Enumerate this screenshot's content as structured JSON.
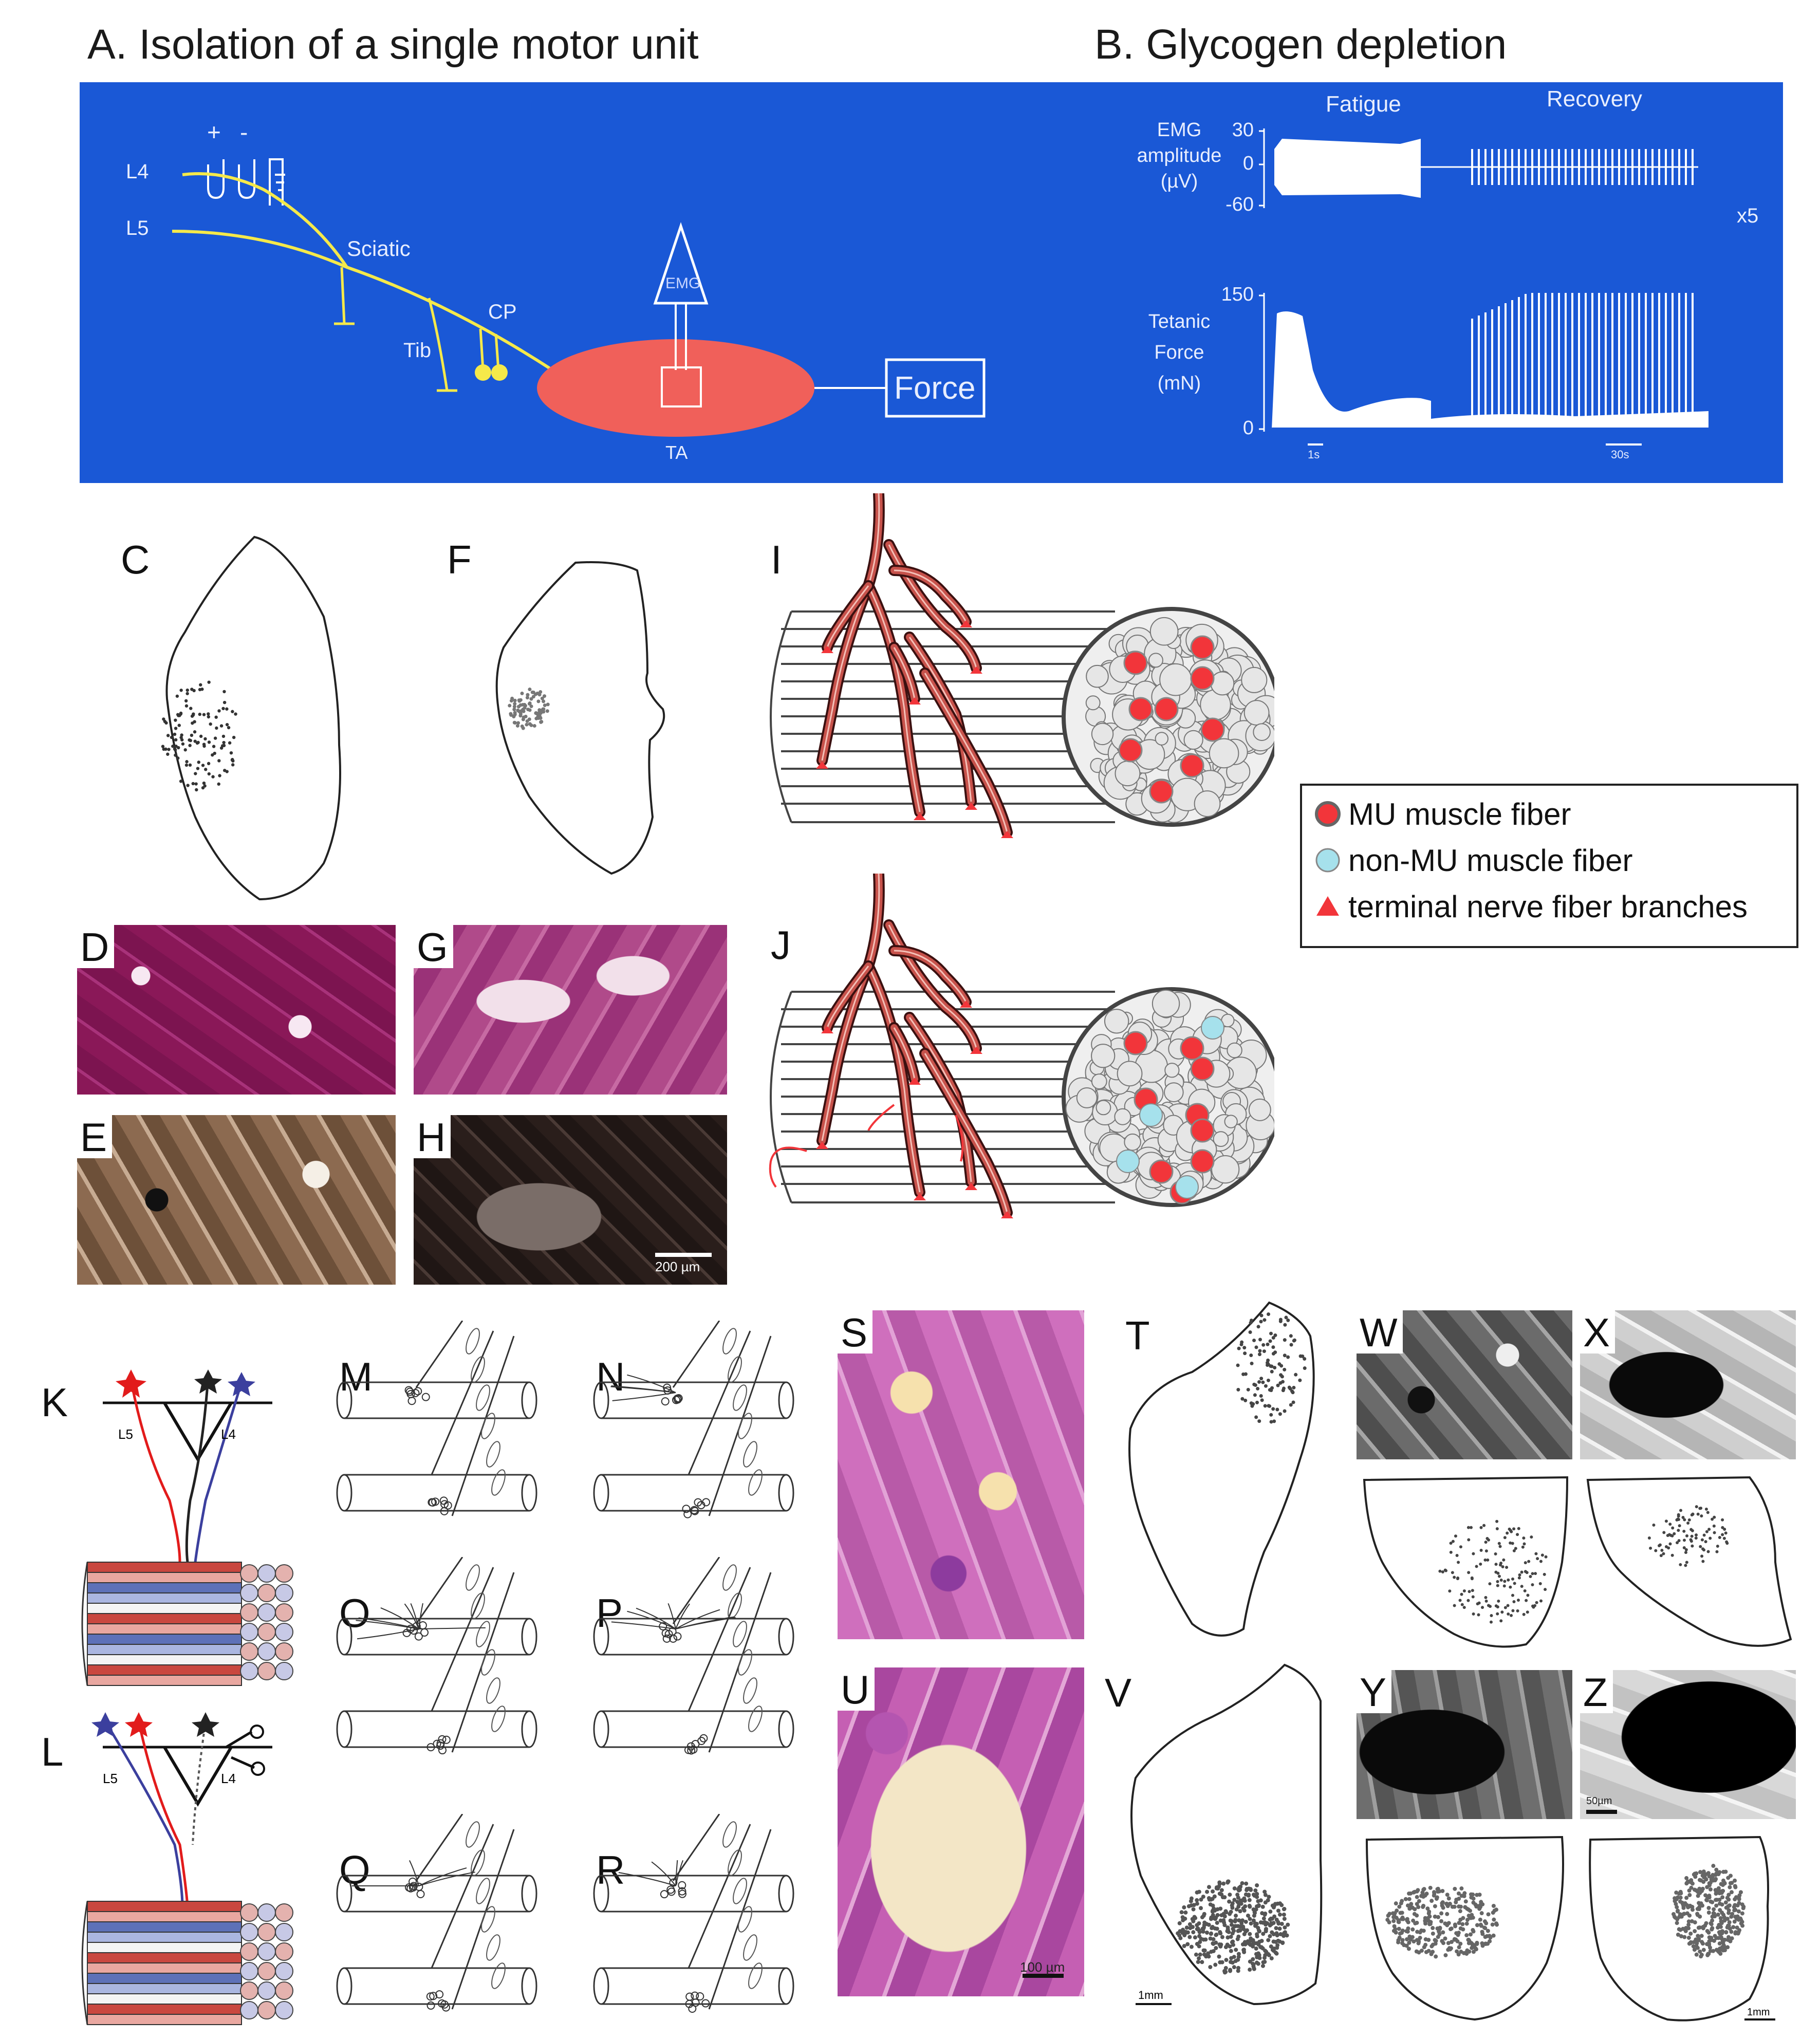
{
  "headings": {
    "a": "A. Isolation of a single motor unit",
    "b": "B. Glycogen depletion"
  },
  "panel_a": {
    "l4": "L4",
    "l5": "L5",
    "plus": "+",
    "minus": "-",
    "sciatic": "Sciatic",
    "tib": "Tib",
    "cp": "CP",
    "emg": "EMG",
    "force": "Force",
    "ta": "TA",
    "banner_color": "#1a58d6",
    "nerve_color": "#f5e94a",
    "muscle_color": "#f0605a"
  },
  "panel_b": {
    "fatigue": "Fatigue",
    "recovery": "Recovery",
    "emg_label_1": "EMG",
    "emg_label_2": "amplitude",
    "emg_label_3": "(µV)",
    "emg_ticks": [
      "30",
      "0",
      "-60"
    ],
    "force_label_1": "Tetanic",
    "force_label_2": "Force",
    "force_label_3": "(mN)",
    "force_ticks": [
      "150",
      "0"
    ],
    "x5": "x5",
    "scale_left": "1s",
    "scale_right": "30s"
  },
  "panel_labels": {
    "c": "C",
    "d": "D",
    "e": "E",
    "f": "F",
    "g": "G",
    "h": "H",
    "i": "I",
    "j": "J",
    "k": "K",
    "l": "L",
    "m": "M",
    "n": "N",
    "o": "O",
    "p": "P",
    "q": "Q",
    "r": "R",
    "s": "S",
    "t": "T",
    "u": "U",
    "v": "V",
    "w": "W",
    "x": "X",
    "y": "Y",
    "z": "Z"
  },
  "legend": {
    "mu_fiber": "MU muscle fiber",
    "non_mu_fiber": "non-MU muscle fiber",
    "terminal_branches": "terminal nerve fiber branches",
    "mu_color": "#f2353a",
    "non_mu_color": "#a6e1ec",
    "branch_color": "#f2353a"
  },
  "panel_k": {
    "l5": "L5",
    "l4": "L4"
  },
  "panel_l": {
    "l5": "L5",
    "l4": "L4"
  },
  "scalebars": {
    "h": "200 µm",
    "u": "100 µm",
    "v": "1mm",
    "z_photo": "50µm",
    "z_outline": "1mm"
  }
}
